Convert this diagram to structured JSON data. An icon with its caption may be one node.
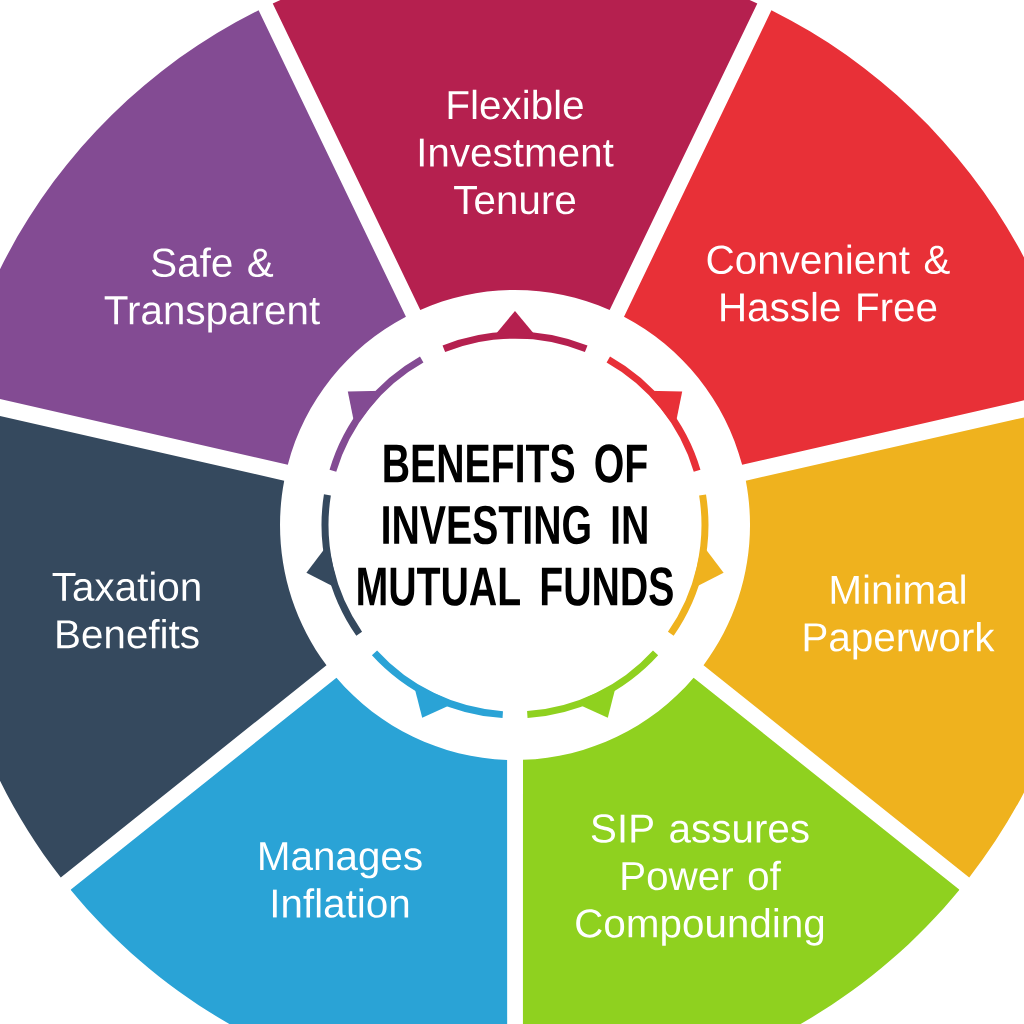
{
  "diagram": {
    "nodes": [
      {
        "text": [
          "BENEFITS OF INVESTING IN MUTUAL FUNDS"
        ]
      },
      {
        "text": [
          "Flexible Investment Tenure"
        ]
      },
      {
        "text": [
          "Convenient & Hassle Free"
        ]
      },
      {
        "text": [
          "Minimal Paperwork"
        ]
      },
      {
        "text": [
          "SIP assures Power of Compounding"
        ]
      },
      {
        "text": [
          "Manages Inflation"
        ]
      },
      {
        "text": [
          "Taxation Benefits"
        ]
      },
      {
        "text": [
          "Safe & Transparent"
        ]
      }
    ]
  }
}
